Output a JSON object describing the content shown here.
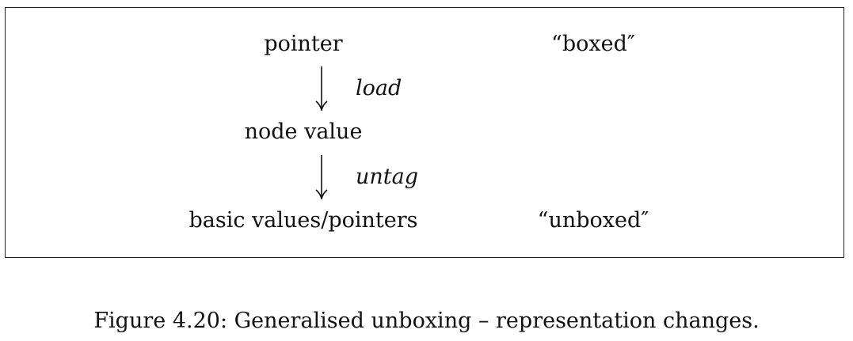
{
  "diagram": {
    "nodes": {
      "pointer": "pointer",
      "node_value": "node value",
      "basic_values": "basic values/pointers"
    },
    "arrows": {
      "load_label": "load",
      "untag_label": "untag"
    },
    "tags": {
      "boxed": "“boxed″",
      "unboxed": "“unboxed″"
    }
  },
  "caption": "Figure 4.20: Generalised unboxing – representation changes."
}
